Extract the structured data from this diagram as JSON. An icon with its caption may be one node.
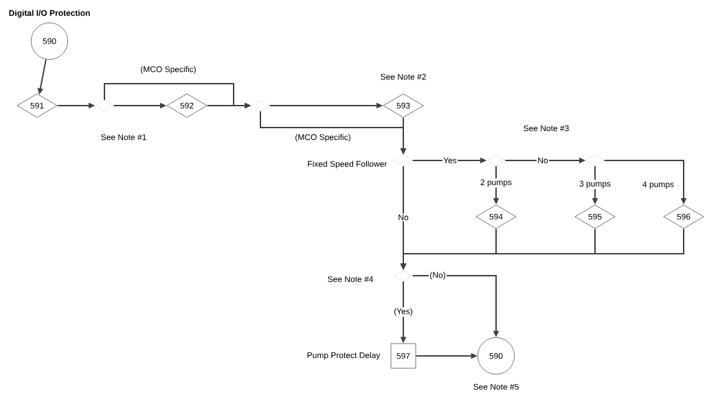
{
  "diagram": {
    "title": "Digital I/O Protection",
    "nodes": [
      {
        "text": [
          "590"
        ]
      },
      {
        "text": [
          "591"
        ]
      },
      {
        "text": [],
        "shape": "diamond"
      },
      {
        "text": [
          "592"
        ]
      },
      {
        "text": [],
        "shape": "diamond"
      },
      {
        "text": [
          "593"
        ],
        "beside": [
          "See Note #2"
        ]
      },
      {
        "text": [],
        "shape": "diamond",
        "beside": [
          "Fixed Speed Follower"
        ]
      },
      {
        "text": [],
        "shape": "diamond"
      },
      {
        "text": [],
        "shape": "diamond"
      },
      {
        "text": [
          "594"
        ]
      },
      {
        "text": [
          "595"
        ]
      },
      {
        "text": [
          "596"
        ]
      },
      {
        "text": [],
        "shape": "diamond",
        "beside": [
          "See Note #4"
        ]
      },
      {
        "text": [
          "597"
        ],
        "beside": [
          "Pump Protect Delay"
        ]
      },
      {
        "text": [
          "590"
        ],
        "beside": [
          "See Note #5"
        ]
      }
    ],
    "edges": [
      {
        "from": 0,
        "to": 1,
        "arrow": "to"
      },
      {
        "from": 1,
        "to": 2,
        "arrow": "to"
      },
      {
        "from": 2,
        "to": 4,
        "arrow": "to",
        "label": "(MCO Specific)"
      },
      {
        "from": 2,
        "to": 3,
        "arrow": "to"
      },
      {
        "from": 3,
        "to": 4,
        "arrow": "to"
      },
      {
        "from": 4,
        "to": 5,
        "arrow": "to"
      },
      {
        "from": 4,
        "to": 6,
        "arrow": "to",
        "label": "(MCO Specific)"
      },
      {
        "from": 5,
        "to": 6,
        "arrow": "to"
      },
      {
        "from": 6,
        "to": 7,
        "arrow": "to",
        "label": "Yes"
      },
      {
        "from": 7,
        "to": 8,
        "arrow": "to",
        "label": "No"
      },
      {
        "from": 8,
        "to": 11,
        "arrow": "to",
        "label": "4 pumps"
      },
      {
        "from": 7,
        "to": 9,
        "arrow": "to",
        "label": "2 pumps"
      },
      {
        "from": 8,
        "to": 10,
        "arrow": "to",
        "label": "3 pumps"
      },
      {
        "from": 6,
        "to": 12,
        "arrow": "to",
        "label": "No"
      },
      {
        "from": 9,
        "to": 12,
        "arrow": "to"
      },
      {
        "from": 10,
        "to": 12,
        "arrow": "to"
      },
      {
        "from": 11,
        "to": 12,
        "arrow": "to"
      },
      {
        "from": 12,
        "to": 13,
        "arrow": "to",
        "label": "(Yes)"
      },
      {
        "from": 12,
        "to": 14,
        "arrow": "to",
        "label": "(No)"
      },
      {
        "from": 13,
        "to": 14,
        "arrow": "to"
      }
    ],
    "labels": [
      "See Note #1",
      "See Note #3"
    ]
  }
}
